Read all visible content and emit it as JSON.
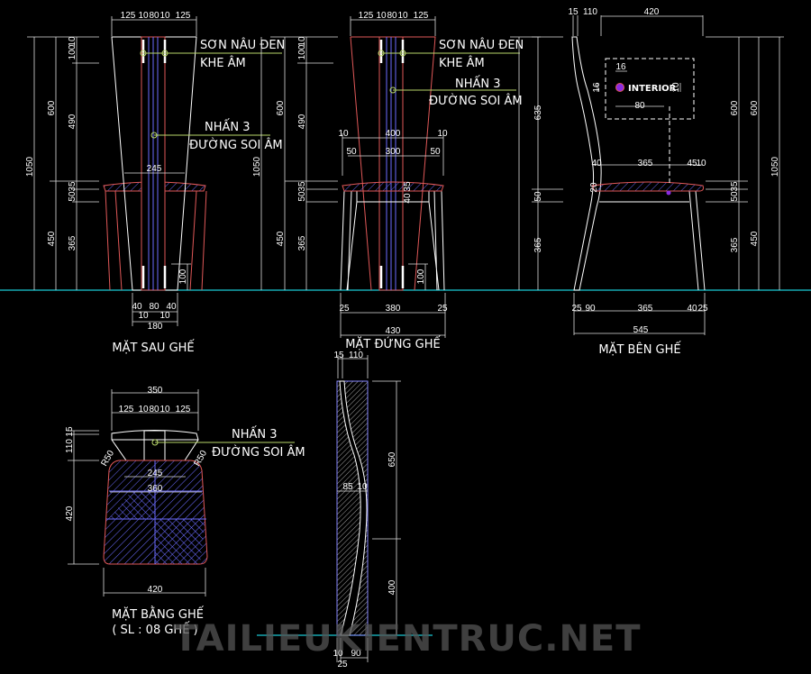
{
  "colors": {
    "background": "#000000",
    "line": "#ffffff",
    "accent_red": "#e05858",
    "hatch_blue": "#6b6bff",
    "ground": "#19c8d2",
    "leader": "#b8d66a"
  },
  "back_view": {
    "title": "MẶT SAU GHẾ",
    "notes": [
      "SƠN NÂU ĐEN",
      "KHE ÂM",
      "NHẤN 3",
      "ĐƯỜNG SOI ÂM"
    ],
    "dims": [
      "125",
      "10",
      "80",
      "10",
      "125",
      "1050",
      "600",
      "450",
      "10",
      "100",
      "490",
      "35",
      "50",
      "365",
      "245",
      "40",
      "80",
      "40",
      "10",
      "10",
      "180",
      "100"
    ]
  },
  "front_view": {
    "title": "MẶT ĐỨNG GHẾ",
    "notes": [
      "SƠN NÂU ĐEN",
      "KHE ÂM",
      "NHẤN 3",
      "ĐƯỜNG SOI ÂM"
    ],
    "dims": [
      "125",
      "10",
      "80",
      "10",
      "125",
      "1050",
      "600",
      "450",
      "10",
      "100",
      "490",
      "35",
      "50",
      "365",
      "10",
      "400",
      "10",
      "50",
      "300",
      "50",
      "40",
      "35",
      "100",
      "25",
      "380",
      "25",
      "430"
    ]
  },
  "side_view": {
    "title": "MẶT BÊN GHẾ",
    "logo": "INTERIOR",
    "dims": [
      "15",
      "110",
      "420",
      "16",
      "16",
      "10",
      "80",
      "635",
      "50",
      "365",
      "40",
      "365",
      "45",
      "10",
      "20",
      "25",
      "90",
      "365",
      "40",
      "25",
      "545",
      "600",
      "35",
      "50",
      "365",
      "600",
      "450",
      "1050"
    ]
  },
  "plan_view": {
    "title": "MẶT BẰNG GHẾ",
    "subtitle": "( SL : 08 GHẾ )",
    "notes": [
      "NHẤN 3",
      "ĐƯỜNG SOI ÂM"
    ],
    "dims": [
      "350",
      "125",
      "10",
      "80",
      "10",
      "125",
      "15",
      "110",
      "420",
      "R50",
      "R50",
      "245",
      "360",
      "420"
    ]
  },
  "section_view": {
    "dims": [
      "15",
      "110",
      "650",
      "400",
      "85",
      "10",
      "10",
      "90",
      "25"
    ]
  },
  "watermark": "TAILIEUKIENTRUC.NET"
}
